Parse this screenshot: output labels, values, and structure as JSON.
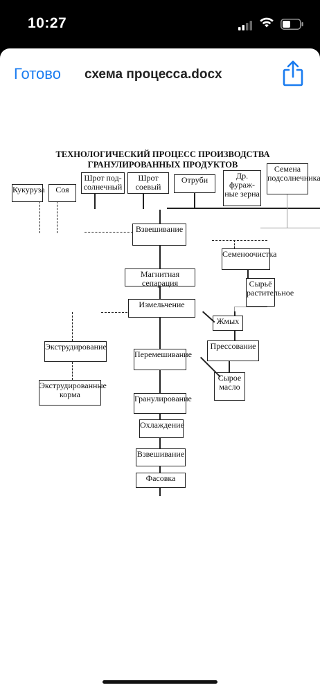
{
  "status_bar": {
    "time": "10:27"
  },
  "nav": {
    "done_label": "Готово",
    "filename": "схема процесса.docx"
  },
  "doc": {
    "title_line1": "ТЕХНОЛОГИЧЕСКИЙ ПРОЦЕСС ПРОИЗВОДСТВА",
    "title_line2": "ГРАНУЛИРОВАННЫХ ПРОДУКТОВ",
    "inputs": {
      "corn": "Кукуруза",
      "soy": "Соя",
      "sunflower_meal": "Шрот под-солнечный",
      "soy_meal": "Шрот соевый",
      "bran": "Отруби",
      "grain": "Др. фураж-ные зерна",
      "sunflower_seeds": "Семена подсолнечника"
    },
    "steps": {
      "weighing1": "Взвешивание",
      "magnetic": "Магнитная сепарация",
      "grinding": "Измельчение",
      "mixing": "Перемешивание",
      "granulating": "Гранулирование",
      "cooling": "Охлаждение",
      "weighing2": "Взвешивание",
      "packing": "Фасовка"
    },
    "side": {
      "extrusion": "Экструдирование",
      "extruded_feed": "Экструдированные корма",
      "seed_cleaning": "Семеноочистка",
      "raw_plant": "Сырьё растительное",
      "cake": "Жмых",
      "pressing": "Прессование",
      "raw_oil": "Сырое масло"
    }
  }
}
